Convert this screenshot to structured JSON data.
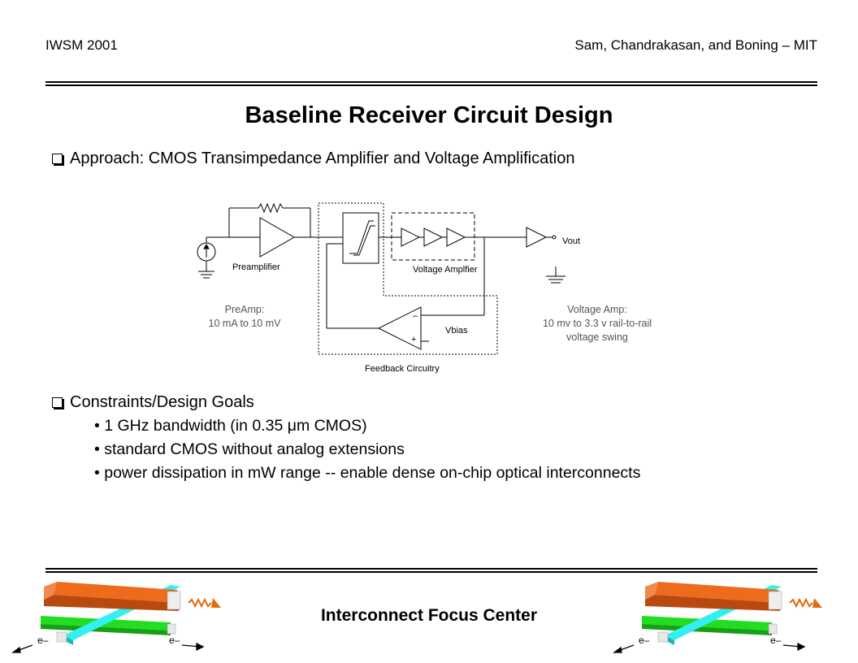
{
  "header": {
    "left": "IWSM 2001",
    "right": "Sam, Chandrakasan, and Boning – MIT"
  },
  "title": "Baseline Receiver Circuit Design",
  "approach": "Approach: CMOS Transimpedance Amplifier and Voltage Amplification",
  "diagram": {
    "preamplifier_label": "Preamplifier",
    "voltage_amplifier_label": "Voltage Amplfier",
    "vout_label": "Vout",
    "vbias_label": "Vbias",
    "minus_sign": "–",
    "plus_sign": "+",
    "feedback_label": "Feedback Circuitry",
    "preamp_note_line1": "PreAmp:",
    "preamp_note_line2": "10 mA to 10 mV",
    "voltage_amp_note_line1": "Voltage Amp:",
    "voltage_amp_note_line2": "10 mv to 3.3 v rail-to-rail",
    "voltage_amp_note_line3": "voltage swing"
  },
  "constraints": {
    "heading": "Constraints/Design Goals",
    "items": [
      "• 1 GHz bandwidth (in 0.35 μm CMOS)",
      "• standard CMOS without analog extensions",
      "• power dissipation in mW range -- enable dense on-chip optical interconnects"
    ]
  },
  "footer": {
    "title": "Interconnect Focus Center",
    "electron_label": "e–"
  },
  "colors": {
    "orange_bar": "#ee6a1c",
    "cyan_bar": "#33f0f0",
    "green_bar": "#22dd22",
    "photon": "#e36c0a"
  }
}
